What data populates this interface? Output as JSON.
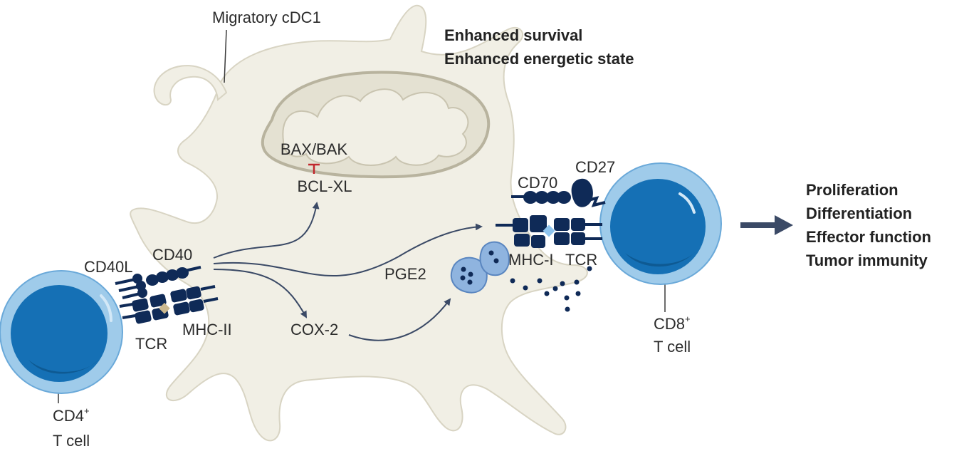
{
  "colors": {
    "cell_fill": "#f1efe5",
    "cell_stroke": "#d8d4c3",
    "mito_fill": "#e4e1d2",
    "mito_stroke": "#b8b39e",
    "receptor": "#0f2a57",
    "tcell_outer": "#9fcbea",
    "tcell_inner": "#1570b5",
    "inhibit": "#c1272d",
    "arrow": "#3b4a66"
  },
  "labels": {
    "dc": "Migratory cDC1",
    "survival": "Enhanced survival",
    "energetic": "Enhanced energetic state",
    "bax": "BAX/BAK",
    "bcl": "BCL-XL",
    "cd70": "CD70",
    "cd27": "CD27",
    "cd40l": "CD40L",
    "cd40": "CD40",
    "tcr_left": "TCR",
    "mhc2": "MHC-II",
    "cox2": "COX-2",
    "pge2": "PGE2",
    "mhc1": "MHC-I",
    "tcr_right": "TCR",
    "cd4_main": "CD4",
    "cd4_sup": "+",
    "cd4_sub": "T cell",
    "cd8_main": "CD8",
    "cd8_sup": "+",
    "cd8_sub": "T cell"
  },
  "outcomes": [
    "Proliferation",
    "Differentiation",
    "Effector function",
    "Tumor immunity"
  ]
}
